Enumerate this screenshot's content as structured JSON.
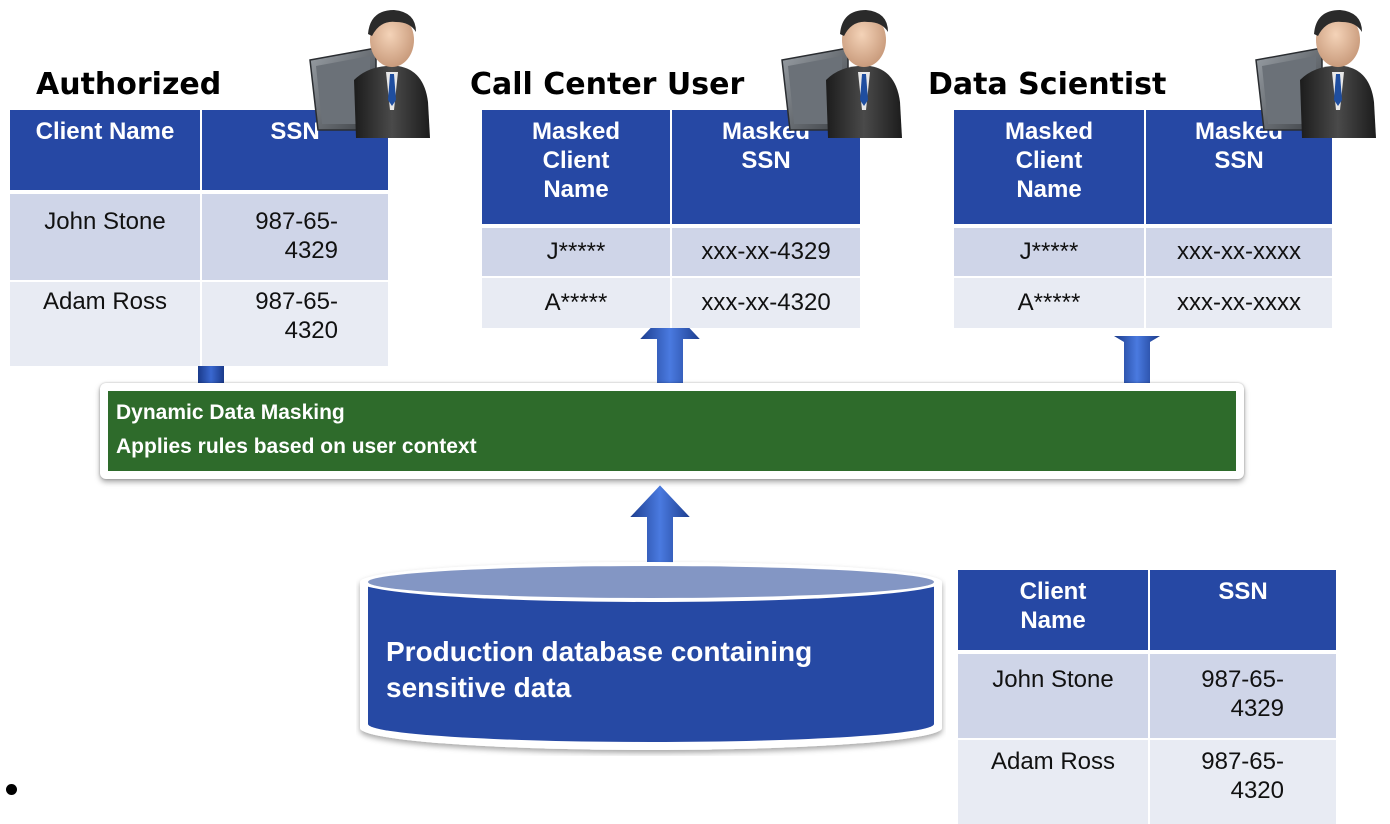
{
  "groups": {
    "authorized": {
      "title": "Authorized",
      "headers": [
        "Client Name",
        "SSN"
      ],
      "rows": [
        [
          "John Stone",
          "987-65-4329"
        ],
        [
          "Adam Ross",
          "987-65-4320"
        ]
      ]
    },
    "call_center": {
      "title": "Call Center User",
      "headers": [
        "Masked Client Name",
        "Masked SSN"
      ],
      "rows": [
        [
          "J*****",
          "xxx-xx-4329"
        ],
        [
          "A*****",
          "xxx-xx-4320"
        ]
      ]
    },
    "data_scientist": {
      "title": "Data Scientist",
      "headers": [
        "Masked Client Name",
        "Masked SSN"
      ],
      "rows": [
        [
          "J*****",
          "xxx-xx-xxxx"
        ],
        [
          "A*****",
          "xxx-xx-xxxx"
        ]
      ]
    }
  },
  "masking": {
    "line1": "Dynamic Data Masking",
    "line2": "Applies rules based on user context"
  },
  "database": {
    "label": "Production database containing sensitive data",
    "headers": [
      "Client Name",
      "SSN"
    ],
    "rows": [
      [
        "John Stone",
        "987-65-4329"
      ],
      [
        "Adam Ross",
        "987-65-4320"
      ]
    ]
  },
  "icons": [
    "user-at-computer-icon",
    "up-arrow-icon",
    "database-cylinder-icon",
    "bullet-icon"
  ],
  "colors": {
    "header_blue": "#2648a4",
    "row_light": "#cfd5e8",
    "row_lighter": "#e8ebf3",
    "mask_green": "#2e6b2b",
    "db_blue": "#2648a4",
    "db_top": "#8396c4"
  }
}
